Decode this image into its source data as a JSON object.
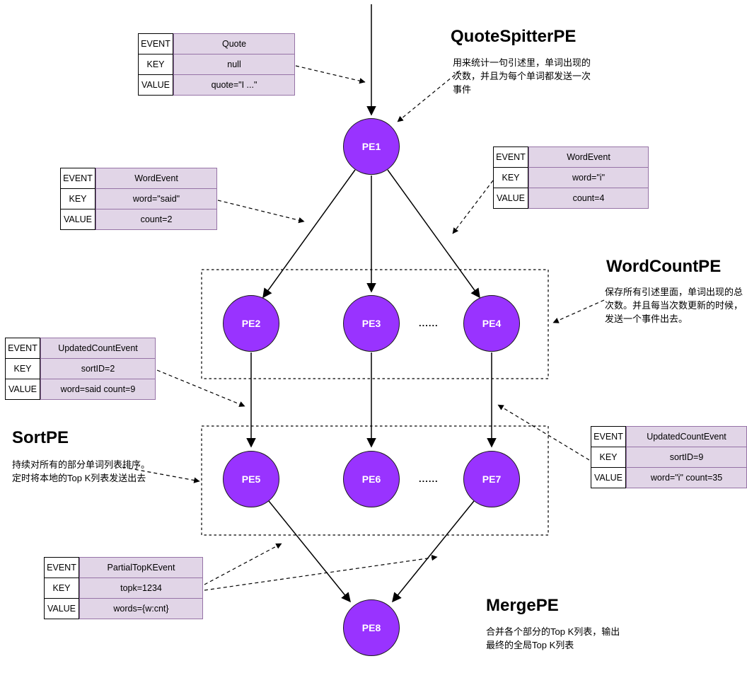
{
  "sections": {
    "quote_spitter": {
      "title": "QuoteSpitterPE",
      "desc": "用来统计一句引述里，单词出现的\n次数，并且为每个单词都发送一次\n事件"
    },
    "word_count": {
      "title": "WordCountPE",
      "desc": "保存所有引述里面，单词出现的总\n次数。并且每当次数更新的时候，\n发送一个事件出去。"
    },
    "sort": {
      "title": "SortPE",
      "desc": "持续对所有的部分单词列表排序。\n定时将本地的Top K列表发送出去"
    },
    "merge": {
      "title": "MergePE",
      "desc": "合并各个部分的Top K列表，输出\n最终的全局Top K列表"
    }
  },
  "nodes": {
    "pe1": "PE1",
    "pe2": "PE2",
    "pe3": "PE3",
    "pe4": "PE4",
    "pe5": "PE5",
    "pe6": "PE6",
    "pe7": "PE7",
    "pe8": "PE8"
  },
  "ellipsis": "......",
  "tables": {
    "quote": {
      "rows": [
        {
          "label": "EVENT",
          "value": "Quote"
        },
        {
          "label": "KEY",
          "value": "null"
        },
        {
          "label": "VALUE",
          "value": "quote=\"I ...\""
        }
      ]
    },
    "word_said": {
      "rows": [
        {
          "label": "EVENT",
          "value": "WordEvent"
        },
        {
          "label": "KEY",
          "value": "word=\"said\""
        },
        {
          "label": "VALUE",
          "value": "count=2"
        }
      ]
    },
    "word_i": {
      "rows": [
        {
          "label": "EVENT",
          "value": "WordEvent"
        },
        {
          "label": "KEY",
          "value": "word=\"i\""
        },
        {
          "label": "VALUE",
          "value": "count=4"
        }
      ]
    },
    "updated_said": {
      "rows": [
        {
          "label": "EVENT",
          "value": "UpdatedCountEvent"
        },
        {
          "label": "KEY",
          "value": "sortID=2"
        },
        {
          "label": "VALUE",
          "value": "word=said count=9"
        }
      ]
    },
    "updated_i": {
      "rows": [
        {
          "label": "EVENT",
          "value": "UpdatedCountEvent"
        },
        {
          "label": "KEY",
          "value": "sortID=9"
        },
        {
          "label": "VALUE",
          "value": "word=\"i\" count=35"
        }
      ]
    },
    "partial_topk": {
      "rows": [
        {
          "label": "EVENT",
          "value": "PartialTopKEvent"
        },
        {
          "label": "KEY",
          "value": "topk=1234"
        },
        {
          "label": "VALUE",
          "value": "words={w:cnt}"
        }
      ]
    }
  },
  "colors": {
    "node_fill": "#9933ff",
    "table_value_fill": "#e1d5e7",
    "table_value_stroke": "#9673a6",
    "table_label_fill": "#ffffff",
    "arrow": "#000000"
  }
}
